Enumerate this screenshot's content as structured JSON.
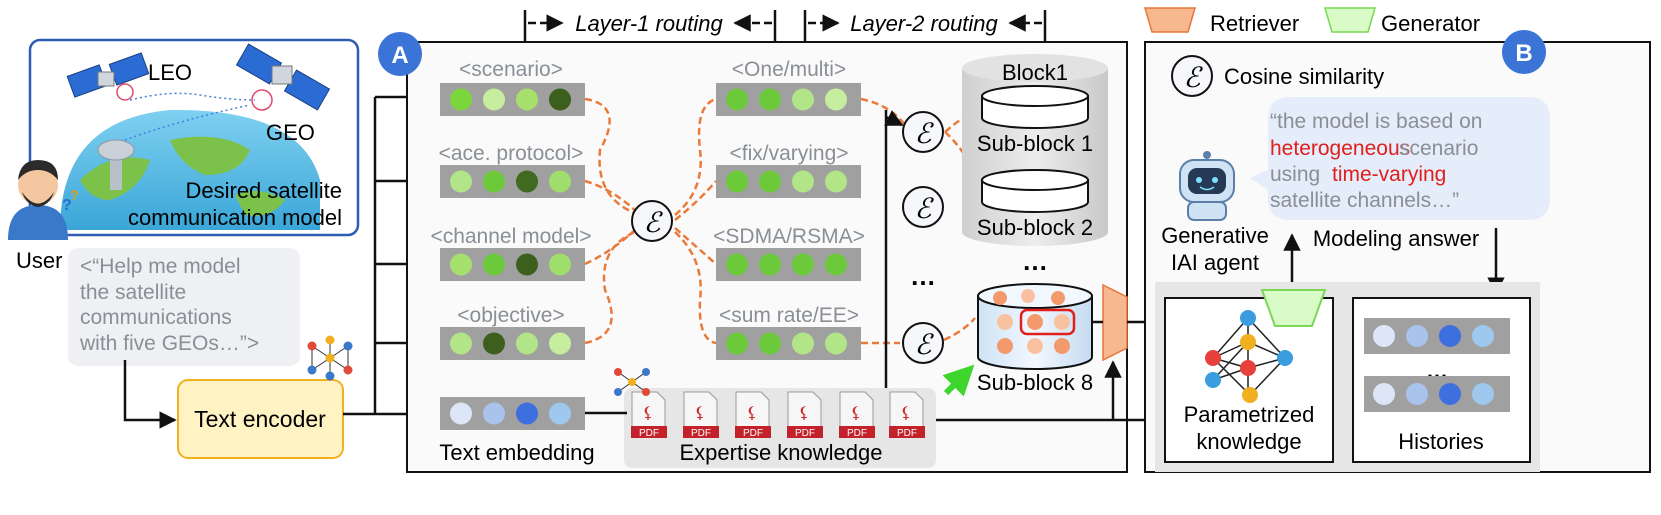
{
  "legend": {
    "retriever": "Retriever",
    "generator": "Generator"
  },
  "routing": {
    "layer1": "Layer-1 routing",
    "layer2": "Layer-2 routing"
  },
  "panel_a": {
    "badge": "A"
  },
  "panel_b": {
    "badge": "B"
  },
  "user_panel": {
    "leo": "LEO",
    "geo": "GEO",
    "desired_line1": "Desired satellite",
    "desired_line2": "communication model",
    "user_label": "User"
  },
  "query": {
    "lines": [
      "<“Help me model",
      "the satellite",
      "communications",
      "with five GEOs…”>"
    ]
  },
  "encoder": {
    "label": "Text encoder"
  },
  "layer1_keys": [
    "<scenario>",
    "<ace. protocol>",
    "<channel model>",
    "<objective>"
  ],
  "layer2_keys": [
    "<One/multi>",
    "<fix/varying>",
    "<SDMA/RSMA>",
    "<sum rate/EE>"
  ],
  "similarity_symbol": "ℰ",
  "blocks": {
    "block1": "Block1",
    "sub1": "Sub-block 1",
    "sub2": "Sub-block 2",
    "sub8": "Sub-block 8",
    "ellipsis": "…"
  },
  "embedding": {
    "label": "Text embedding"
  },
  "expertise": {
    "label": "Expertise knowledge",
    "pdf": "PDF"
  },
  "panel_b_content": {
    "cosine": "Cosine similarity",
    "answer_lines": [
      "“the model is based on",
      "heterogeneous",
      " scenario",
      "using ",
      "time-varying",
      "satellite channels…”"
    ],
    "agent_line1": "Generative",
    "agent_line2": "IAI agent",
    "modeling_answer": "Modeling answer",
    "param_line1": "Parametrized",
    "param_line2": "knowledge",
    "histories": "Histories",
    "ellipsis": "…"
  },
  "colors": {
    "retriever": "#f4a97f",
    "generator": "#a8f08a",
    "badge": "#3b73d6",
    "dashed": "#ea7a3c",
    "green_arrow": "#3ed62c",
    "highlight_red": "#e0201c"
  }
}
